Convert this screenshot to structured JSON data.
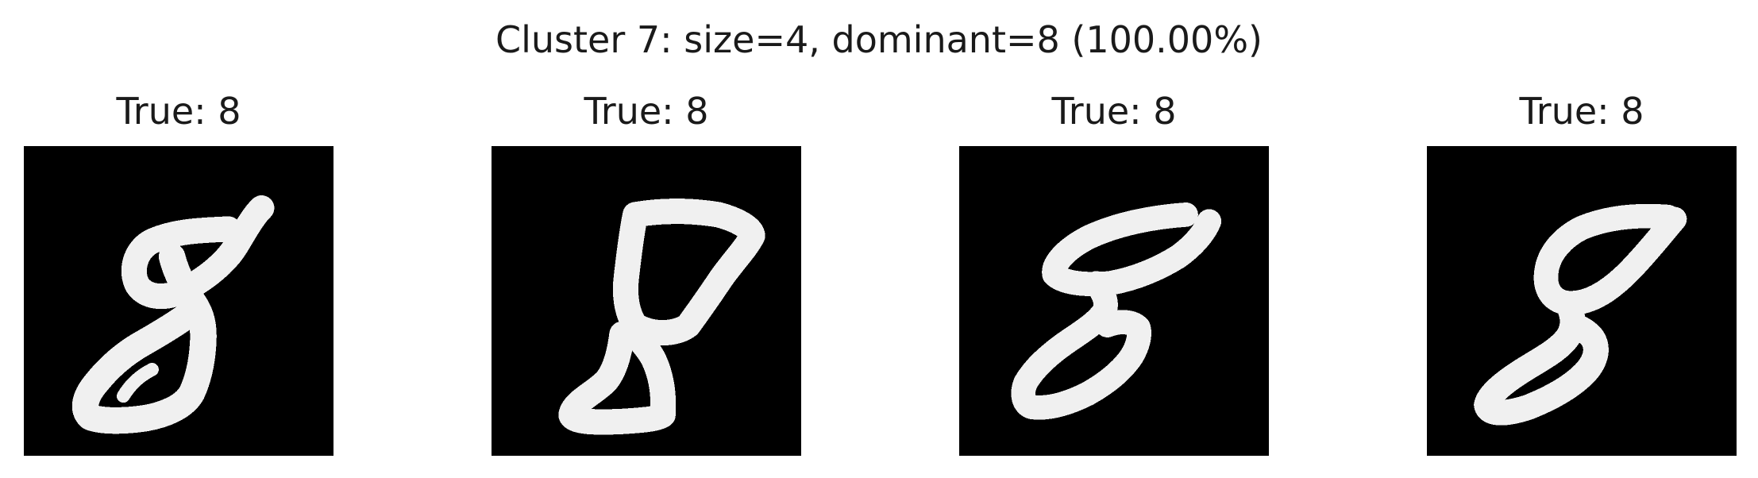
{
  "figure": {
    "title": "Cluster 7: size=4, dominant=8 (100.00%)"
  },
  "panels": [
    {
      "title": "True: 8"
    },
    {
      "title": "True: 8"
    },
    {
      "title": "True: 8"
    },
    {
      "title": "True: 8"
    }
  ],
  "colors": {
    "background": "#ffffff",
    "image_background": "#000000",
    "digit_stroke": "#f2f2f2"
  }
}
